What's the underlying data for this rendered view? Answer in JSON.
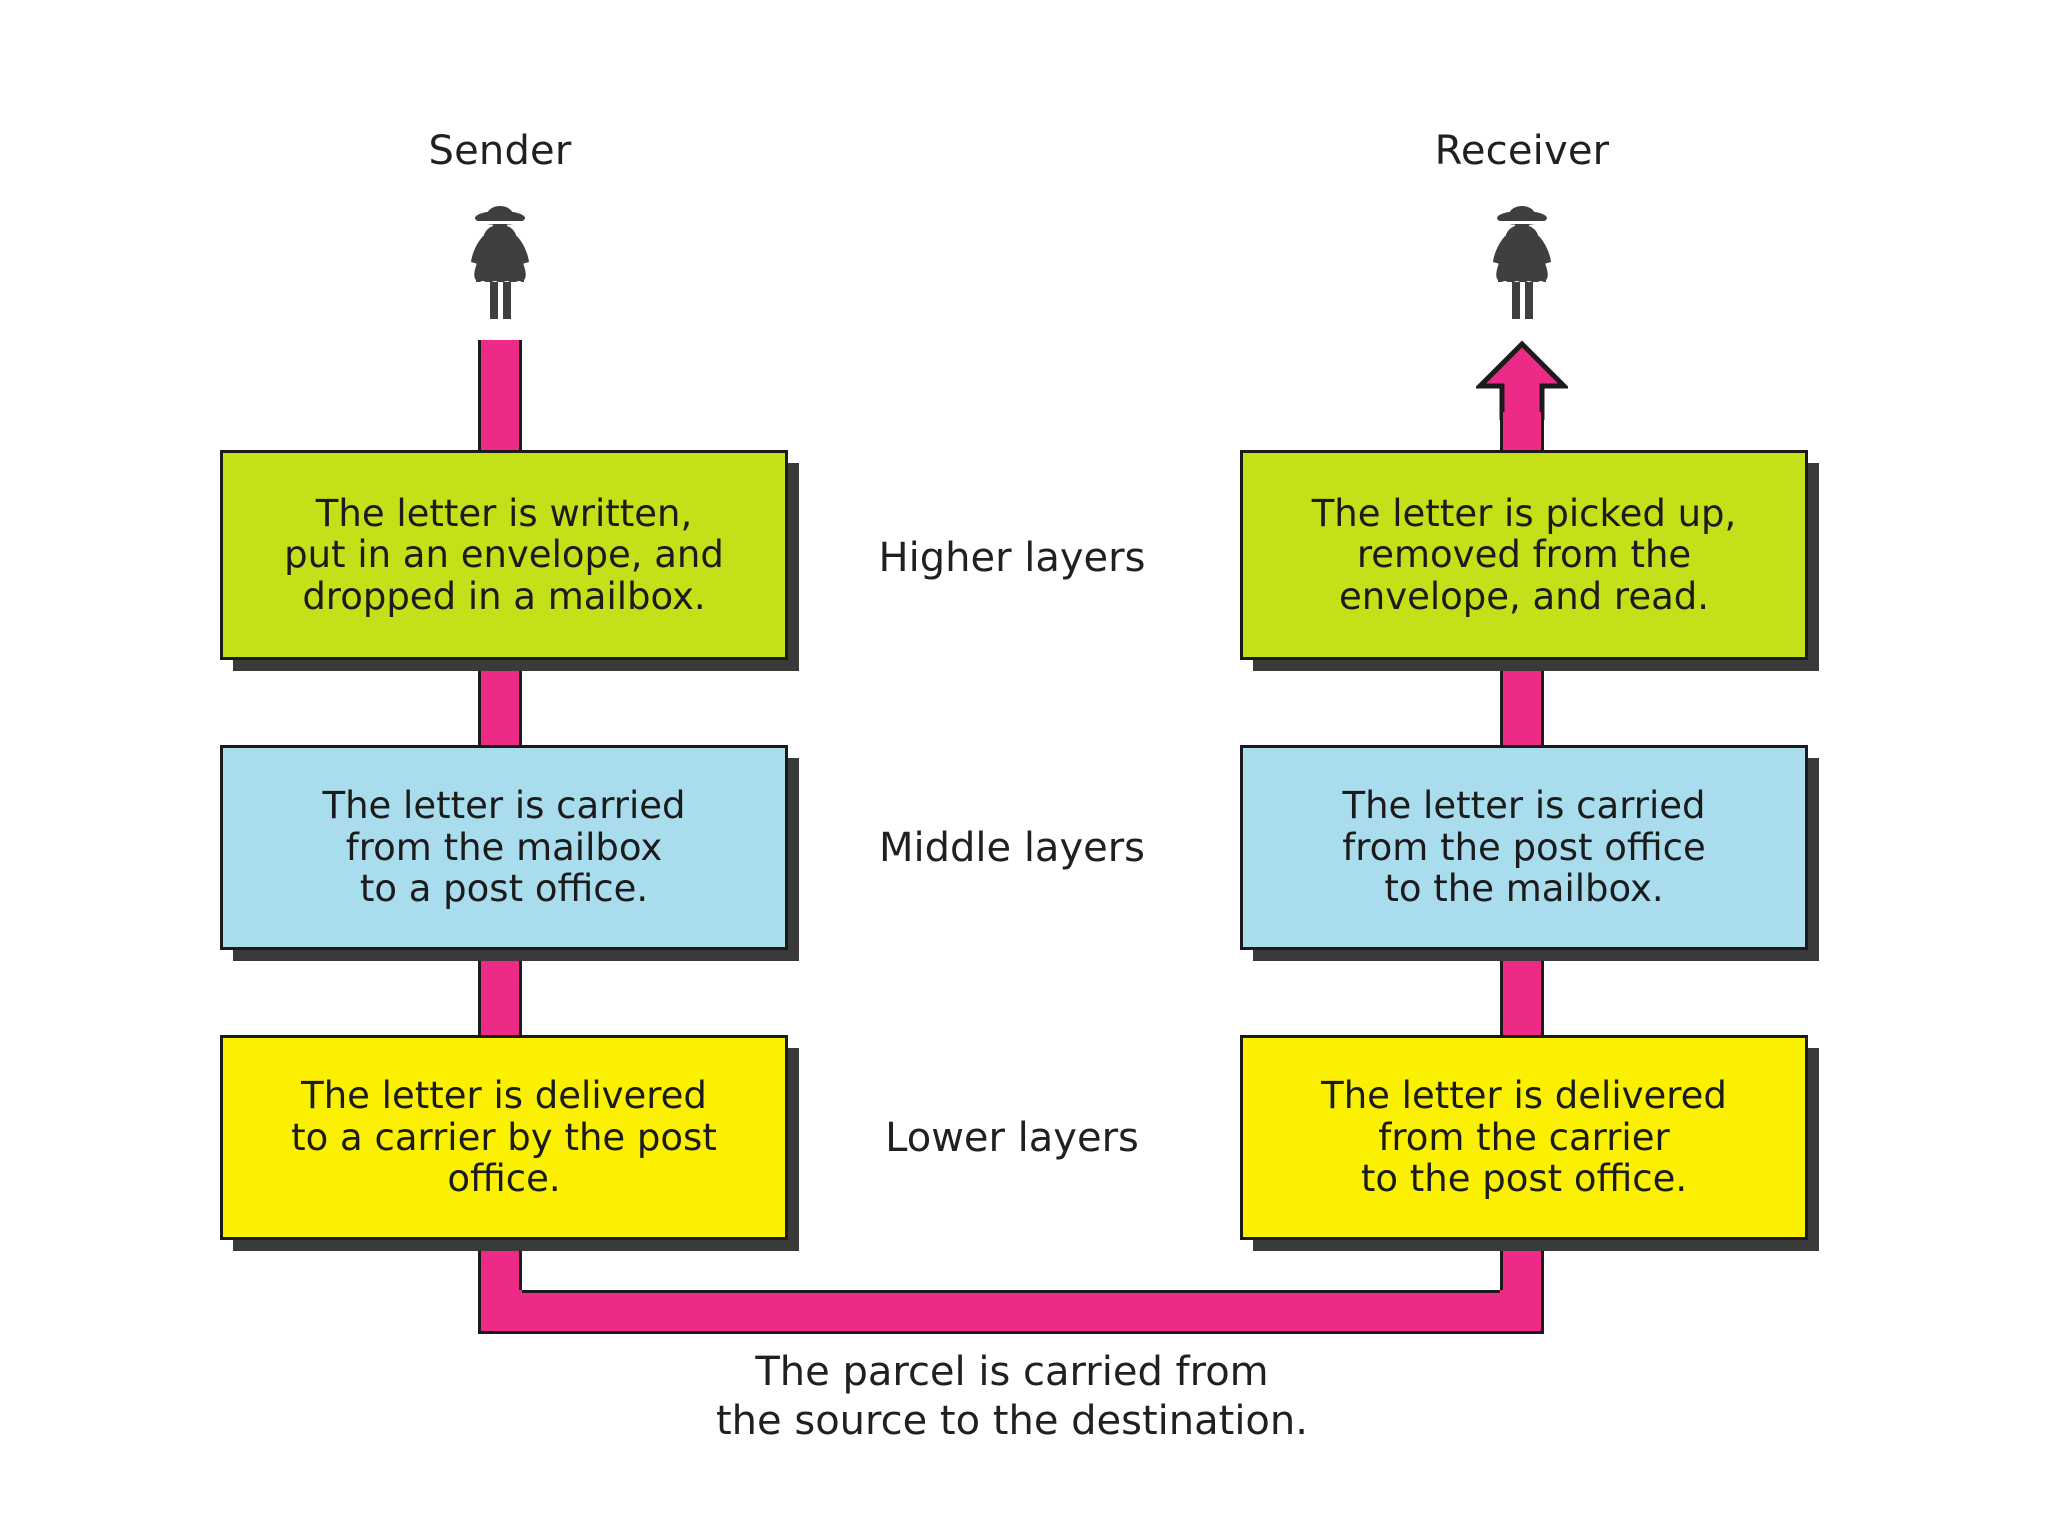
{
  "diagram": {
    "title": "Postal service analogy for layered network communication",
    "background_color": "#FFFFFF",
    "accent_color": "#ED2A86",
    "outline_color": "#1B1B1B",
    "shadow_color": "#3A3A3A"
  },
  "actors": {
    "sender": {
      "label": "Sender",
      "icon": "woman-figure-icon"
    },
    "receiver": {
      "label": "Receiver",
      "icon": "woman-figure-icon"
    }
  },
  "layer_captions": [
    {
      "key": "higher",
      "label": "Higher layers"
    },
    {
      "key": "middle",
      "label": "Middle layers"
    },
    {
      "key": "lower",
      "label": "Lower layers"
    }
  ],
  "columns": {
    "sender": {
      "name": "Sender",
      "boxes": [
        {
          "layer": "higher",
          "color": "#C4E018",
          "color_name": "green",
          "text": "The letter is written,\nput in an envelope, and\ndropped in a mailbox."
        },
        {
          "layer": "middle",
          "color": "#A9DCEC",
          "color_name": "blue",
          "text": "The letter is carried\nfrom the mailbox\nto a post office."
        },
        {
          "layer": "lower",
          "color": "#FAF000",
          "color_name": "yellow",
          "text": "The letter is delivered\nto a carrier by the post\noffice."
        }
      ]
    },
    "receiver": {
      "name": "Receiver",
      "boxes": [
        {
          "layer": "higher",
          "color": "#C4E018",
          "color_name": "green",
          "text": "The letter is picked up,\nremoved from the\nenvelope, and read."
        },
        {
          "layer": "middle",
          "color": "#A9DCEC",
          "color_name": "blue",
          "text": "The letter is carried\nfrom the post office\nto the mailbox."
        },
        {
          "layer": "lower",
          "color": "#FAF000",
          "color_name": "yellow",
          "text": "The letter is delivered\nfrom the carrier\nto the post office."
        }
      ]
    }
  },
  "bottom_caption": {
    "text": "The parcel is carried from\nthe source to the destination."
  },
  "flow": {
    "direction": "sender-down-across-receiver-up",
    "arrow_icon": "arrow-up-icon",
    "arrow_target": "receiver"
  }
}
